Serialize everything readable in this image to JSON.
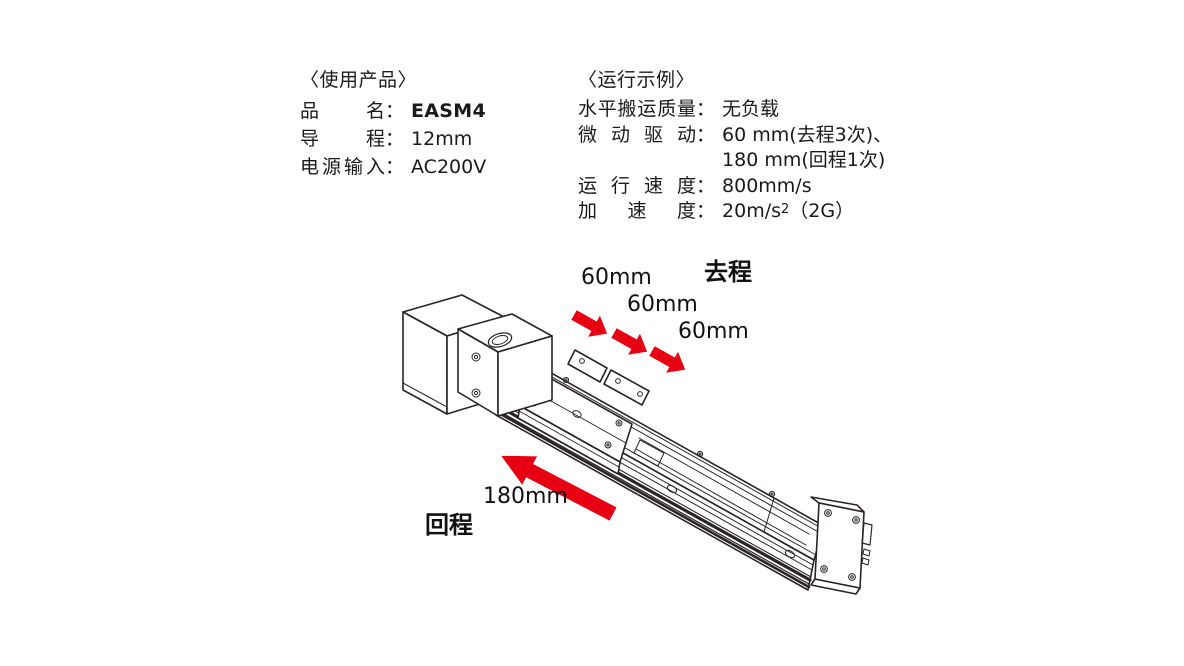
{
  "colors": {
    "arrow_red": "#e60012",
    "line_ink": "#2a2424",
    "text_ink": "#1a1a1a"
  },
  "product_info": {
    "section_title": "〈使用产品〉",
    "colon": "：",
    "rows": [
      {
        "label": "品名",
        "value": "EASM4"
      },
      {
        "label": "导程",
        "value": "12mm"
      },
      {
        "label": "电源输入",
        "value": "AC200V"
      }
    ]
  },
  "operation_example": {
    "section_title": "〈运行示例〉",
    "colon": "：",
    "rows": [
      {
        "label": "水平搬运质量",
        "value": "无负载"
      },
      {
        "label": "微动驱动",
        "value": "60 mm(去程3次)、",
        "value2": "180 mm(回程1次)"
      },
      {
        "label": "运行速度",
        "value": "800mm/s"
      },
      {
        "label": "加速度",
        "value_pre": "20m/s",
        "value_sup": "2",
        "value_suffix": "（2G）"
      }
    ]
  },
  "diagram": {
    "forward_title": "去程",
    "forward_steps": [
      "60mm",
      "60mm",
      "60mm"
    ],
    "return_title": "回程",
    "return_step": "180mm"
  }
}
